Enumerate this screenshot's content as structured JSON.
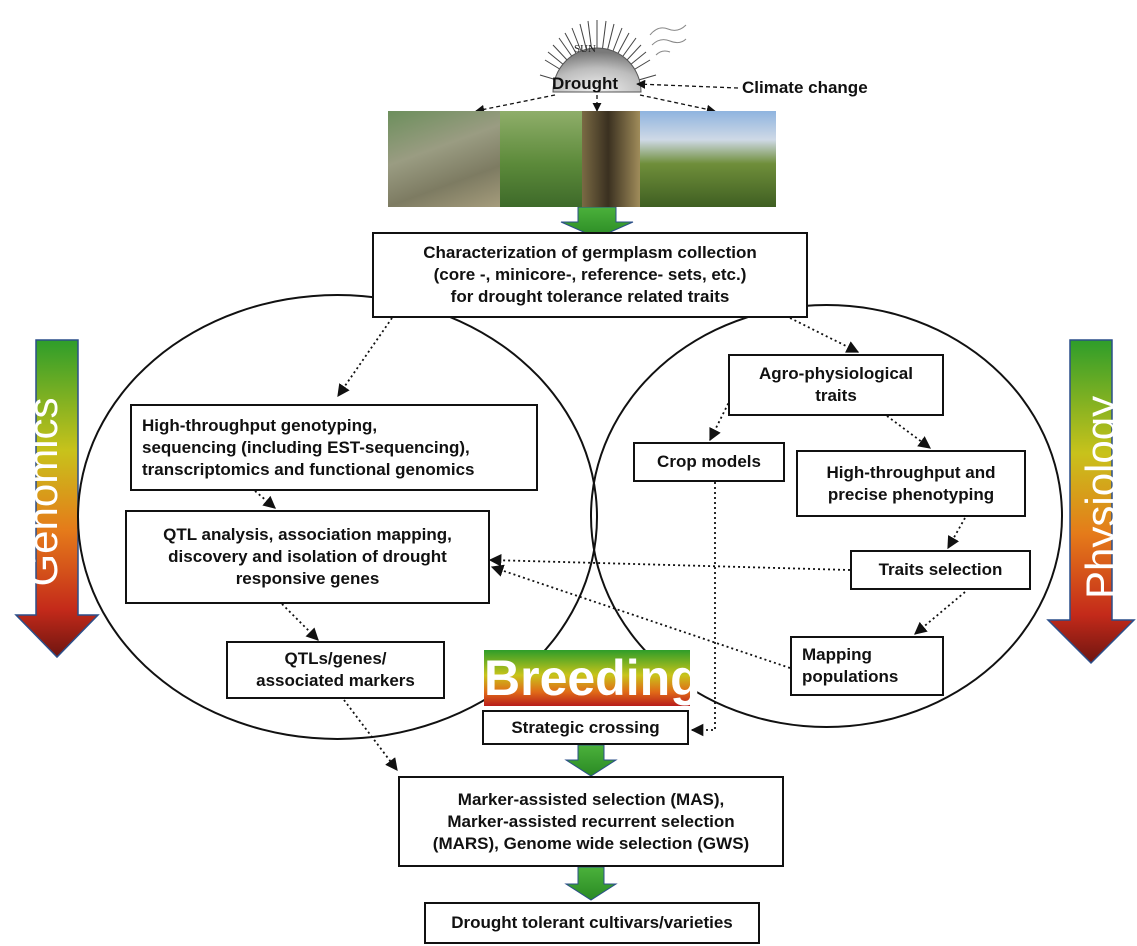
{
  "top": {
    "sun_label": "SUN",
    "drought": "Drought",
    "climate_change": "Climate change"
  },
  "boxes": {
    "characterization": [
      "Characterization of germplasm collection",
      "(core -, minicore-, reference- sets, etc.)",
      "for drought tolerance related traits"
    ],
    "genotyping": [
      "High-throughput genotyping,",
      "sequencing (including  EST-sequencing),",
      "transcriptomics and functional genomics"
    ],
    "qtl_analysis": [
      "QTL analysis, association mapping,",
      "discovery and isolation of drought",
      "responsive genes"
    ],
    "qtls_genes": [
      "QTLs/genes/",
      "associated markers"
    ],
    "agro": [
      "Agro-physiological",
      "traits"
    ],
    "crop_models": "Crop models",
    "phenotyping": [
      "High-throughput  and",
      "precise phenotyping"
    ],
    "traits_selection": "Traits selection",
    "mapping_pop": [
      "Mapping",
      "populations"
    ],
    "strategic_crossing": "Strategic crossing",
    "mas": [
      "Marker-assisted selection (MAS),",
      "Marker-assisted recurrent selection",
      "(MARS), Genome wide selection (GWS)"
    ],
    "cultivars": "Drought tolerant cultivars/varieties"
  },
  "side_labels": {
    "genomics": "Genomics",
    "physiology": "Physiology",
    "breeding": "Breeding"
  },
  "colors": {
    "green_arrow": "#3a9a2e",
    "grad_top": "#2e9d2a",
    "grad_mid": "#e0b419",
    "grad_bottom": "#7a1a14",
    "arrow_outline": "#2b4f8a"
  }
}
